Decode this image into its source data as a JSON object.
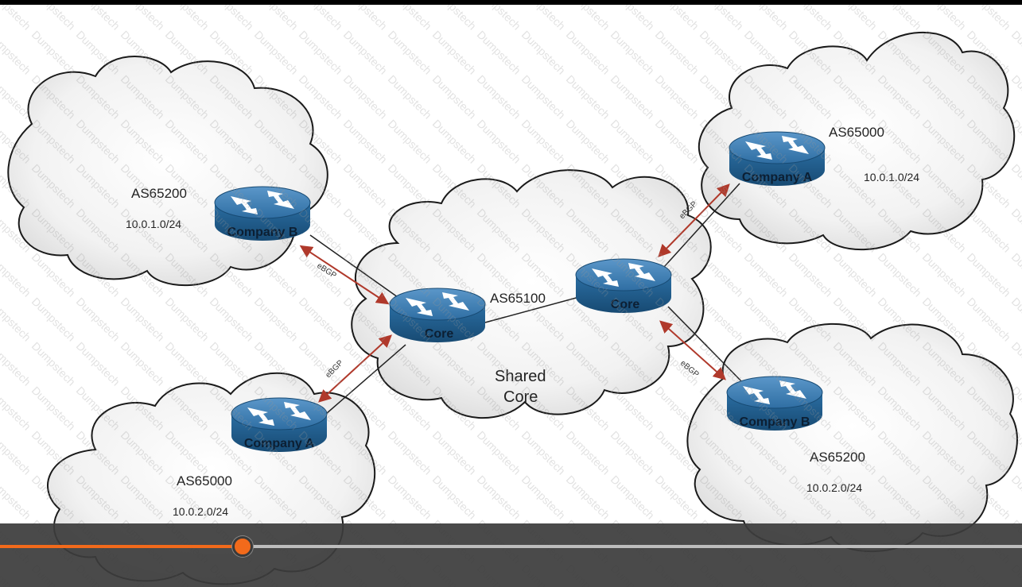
{
  "diagram": {
    "cores": [
      {
        "id": "core-left",
        "label": "Core"
      },
      {
        "id": "core-right",
        "label": "Core"
      }
    ],
    "shared": {
      "as": "AS65100",
      "label_line1": "Shared",
      "label_line2": "Core"
    },
    "sites": {
      "top_left": {
        "router": "Company B",
        "as": "AS65200",
        "network": "10.0.1.0/24"
      },
      "bottom_left": {
        "router": "Company A",
        "as": "AS65000",
        "network": "10.0.2.0/24"
      },
      "top_right": {
        "router": "Company A",
        "as": "AS65000",
        "network": "10.0.1.0/24"
      },
      "bottom_right": {
        "router": "Company B",
        "as": "AS65200",
        "network": "10.0.2.0/24"
      }
    },
    "links": {
      "ebgp_label": "eBGP"
    },
    "watermark": "Dumpstech"
  },
  "player": {
    "progress": 0.237
  },
  "colors": {
    "router_body": "#1f5f8e",
    "router_top": "#3b7fb5",
    "ebgp_arrow": "#b0392b",
    "progress": "#f26a1b"
  }
}
